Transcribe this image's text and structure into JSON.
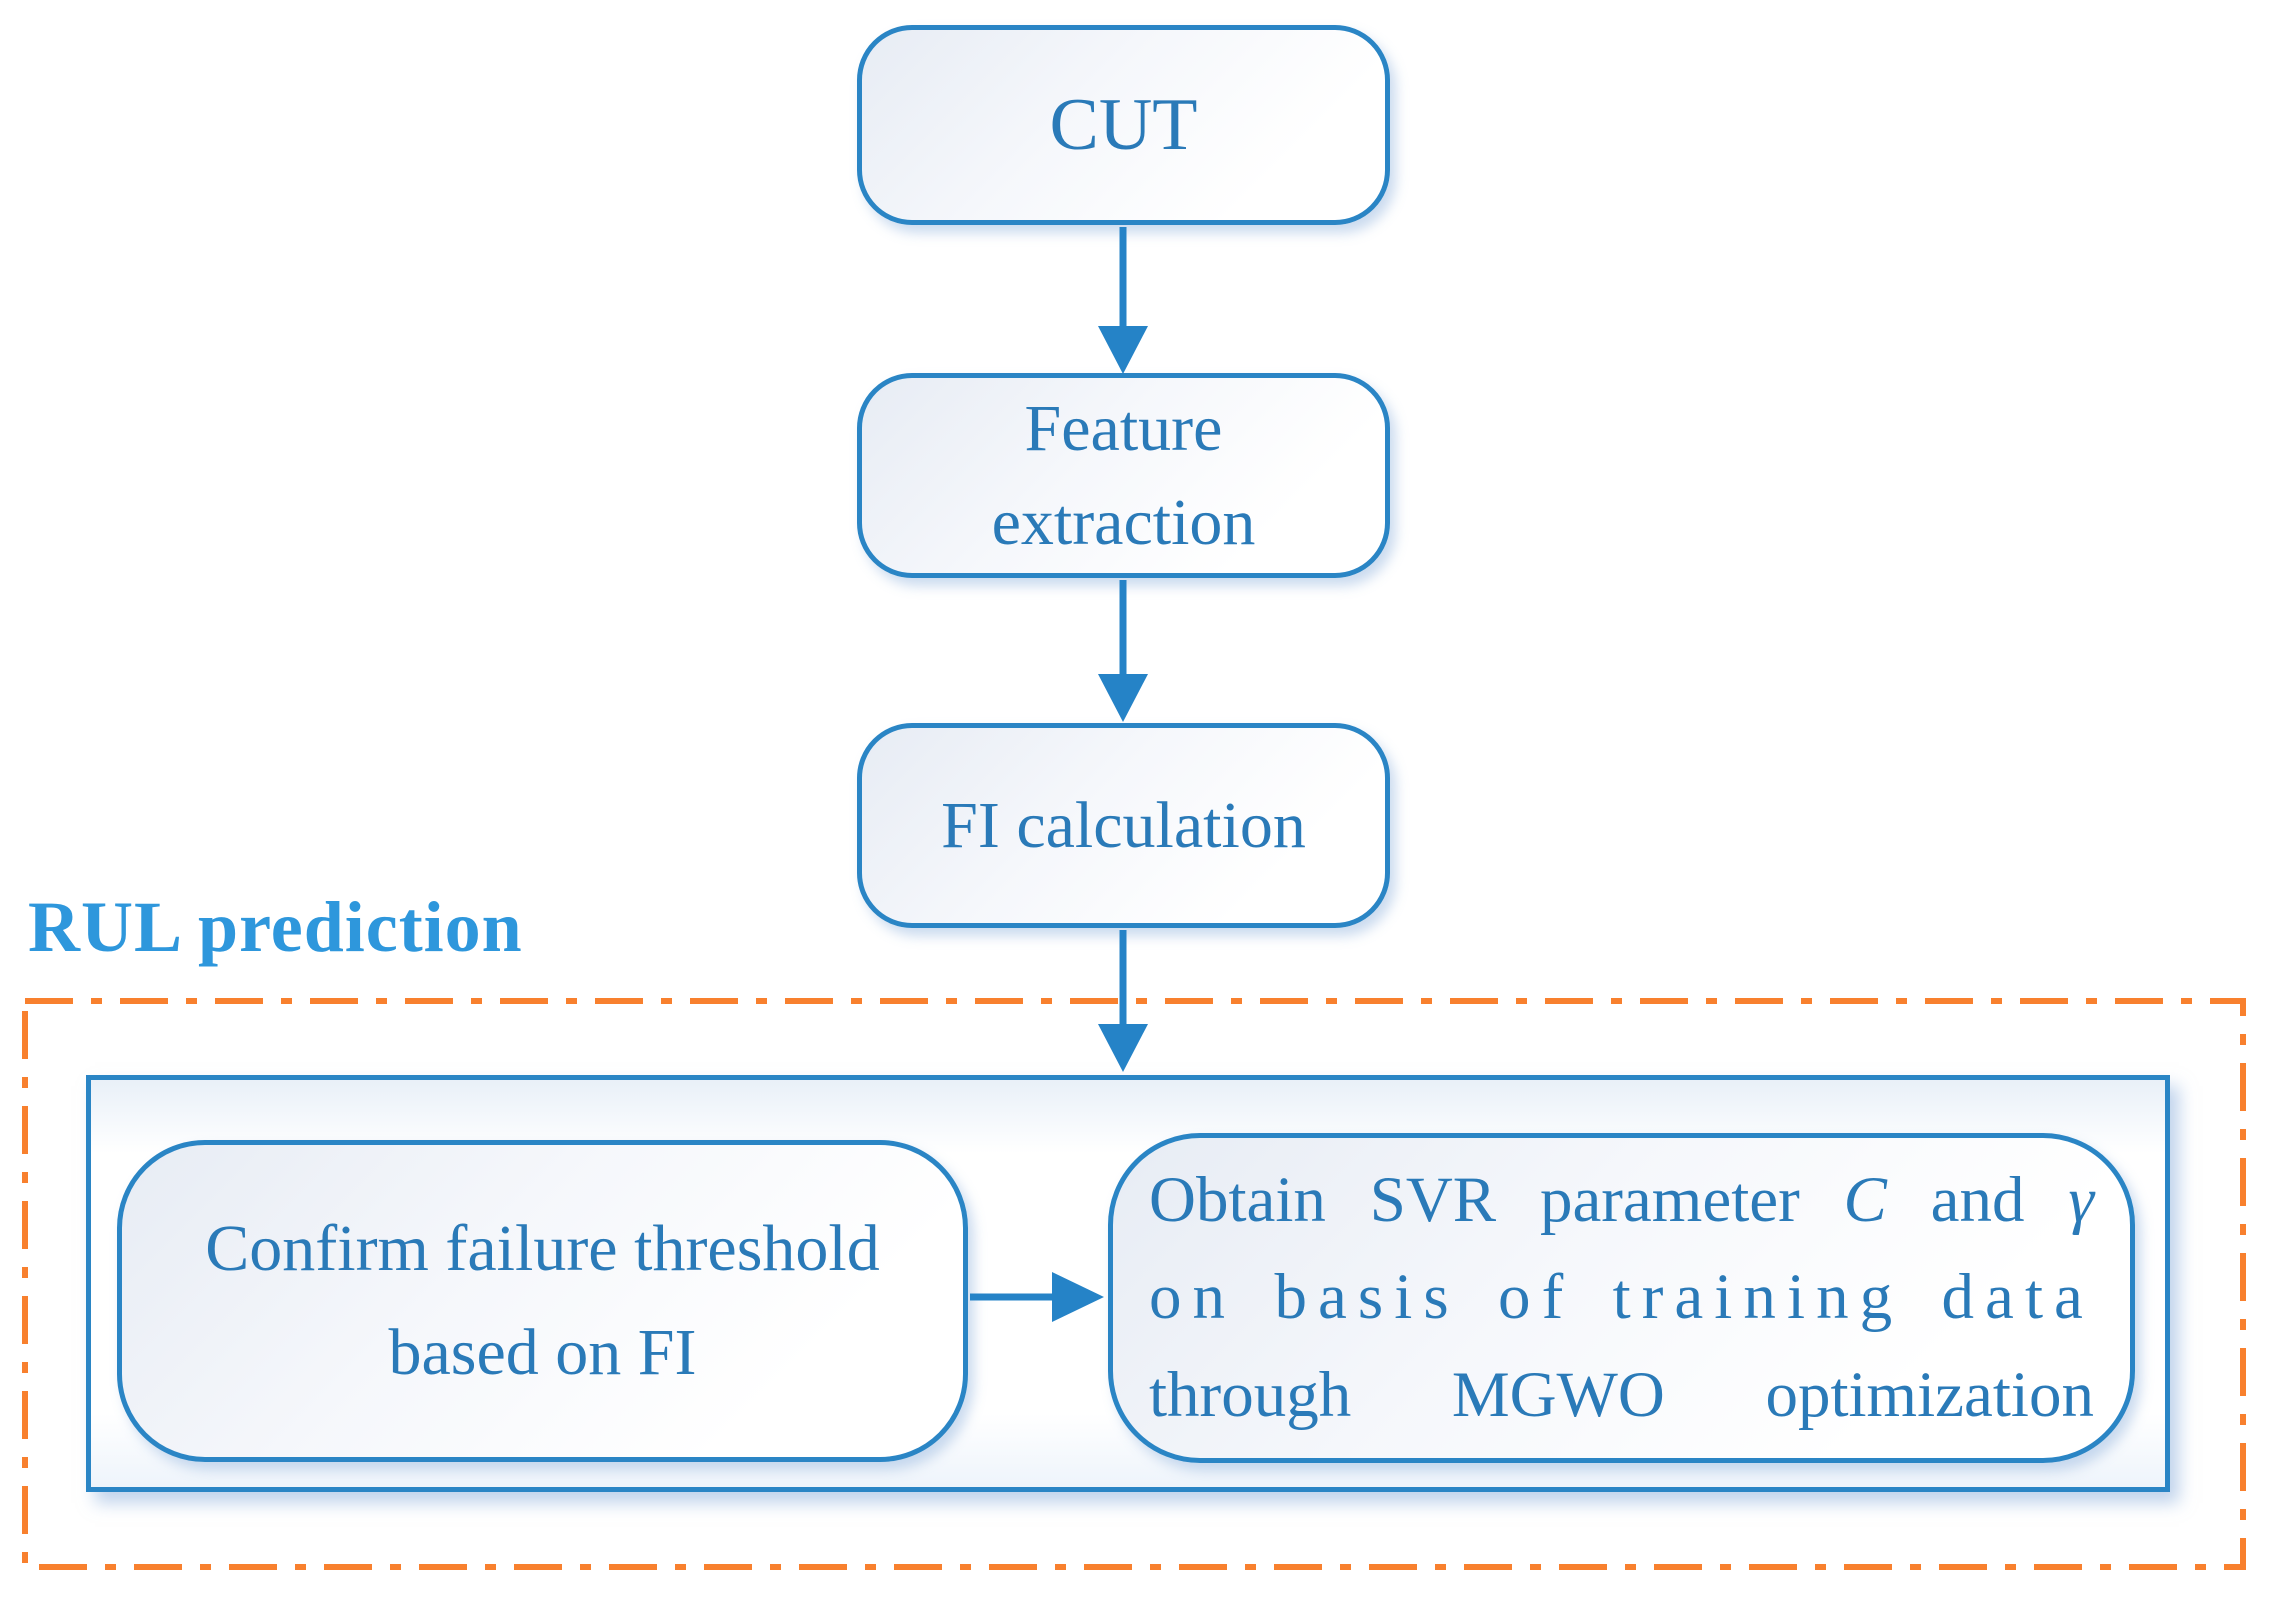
{
  "diagram": {
    "type": "flowchart",
    "nodes": {
      "cut": {
        "label": "CUT"
      },
      "feature_extraction": {
        "line1": "Feature",
        "line2": "extraction"
      },
      "fi_calculation": {
        "label": "FI calculation"
      }
    },
    "rul_section": {
      "title": "RUL prediction",
      "confirm_box": {
        "line1": "Confirm failure threshold",
        "line2": "based on FI"
      },
      "obtain_box": {
        "line1_words": [
          "Obtain",
          "SVR",
          "parameter",
          "C",
          "and",
          "γ"
        ],
        "line2_words": [
          "on",
          "basis",
          "of",
          "training",
          "data"
        ],
        "line3_words": [
          "through",
          "MGWO",
          "optimization"
        ]
      }
    },
    "flow": [
      "CUT -> Feature extraction",
      "Feature extraction -> FI calculation",
      "FI calculation -> RUL prediction panel",
      "Confirm failure threshold based on FI -> Obtain SVR parameter C and γ on basis of training data through MGWO optimization"
    ],
    "colors": {
      "node_border_blue": "#2a85c5",
      "node_text_blue": "#2a7ab8",
      "title_blue": "#2e97dc",
      "region_border_orange": "#f8802e",
      "node_fill_gradient_start": "#e7ecf4",
      "node_fill_gradient_end": "#ffffff"
    }
  }
}
